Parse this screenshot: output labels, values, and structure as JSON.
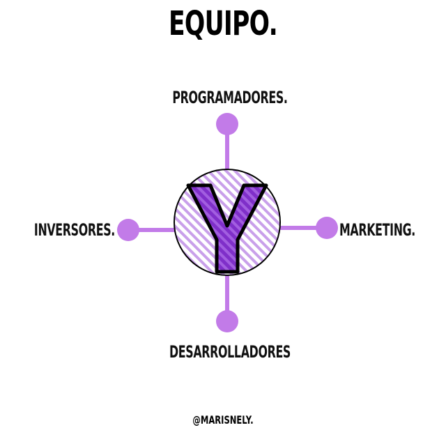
{
  "title": "EQUIPO.",
  "center": {
    "letter": "Y"
  },
  "nodes": {
    "top": "PROGRAMADORES.",
    "right": "MARKETING.",
    "bottom": "DESARROLLADORES",
    "left": "INVERSORES."
  },
  "credit": "@MARISNELY.",
  "colors": {
    "accent": "#c27be8",
    "letter": "#8a3ad0",
    "outline": "#000000",
    "background": "#ffffff"
  }
}
